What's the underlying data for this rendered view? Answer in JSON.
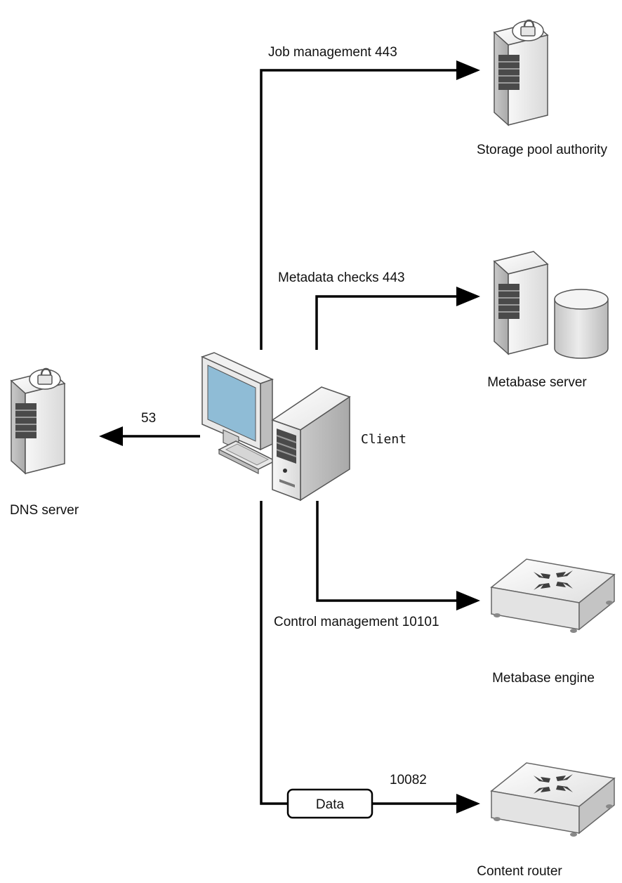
{
  "diagram": {
    "nodes": {
      "storage_pool_authority": {
        "label": "Storage pool authority",
        "icon": "locked-server-icon"
      },
      "metabase_server": {
        "label": "Metabase server",
        "icon": "database-server-icon"
      },
      "client": {
        "label": "Client",
        "icon": "desktop-computer-icon"
      },
      "dns_server": {
        "label": "DNS server",
        "icon": "locked-server-icon"
      },
      "metabase_engine": {
        "label": "Metabase engine",
        "icon": "router-icon"
      },
      "content_router": {
        "label": "Content router",
        "icon": "router-icon"
      },
      "data_box": {
        "label": "Data"
      }
    },
    "edges": {
      "job_management": {
        "from": "client",
        "to": "storage_pool_authority",
        "label": "Job management 443"
      },
      "metadata_checks": {
        "from": "client",
        "to": "metabase_server",
        "label": "Metadata checks 443"
      },
      "dns": {
        "from": "client",
        "to": "dns_server",
        "label": "53"
      },
      "control_management": {
        "from": "client",
        "to": "metabase_engine",
        "label": "Control management 10101"
      },
      "data": {
        "from": "client",
        "to": "content_router",
        "label": "10082"
      }
    },
    "colors": {
      "line": "#000000",
      "server_light": "#f2f2f2",
      "server_mid": "#dcdcdc",
      "server_dark": "#b5b5b5",
      "screen": "#8fbcd6",
      "drive_slots": "#4a4a4a"
    }
  }
}
